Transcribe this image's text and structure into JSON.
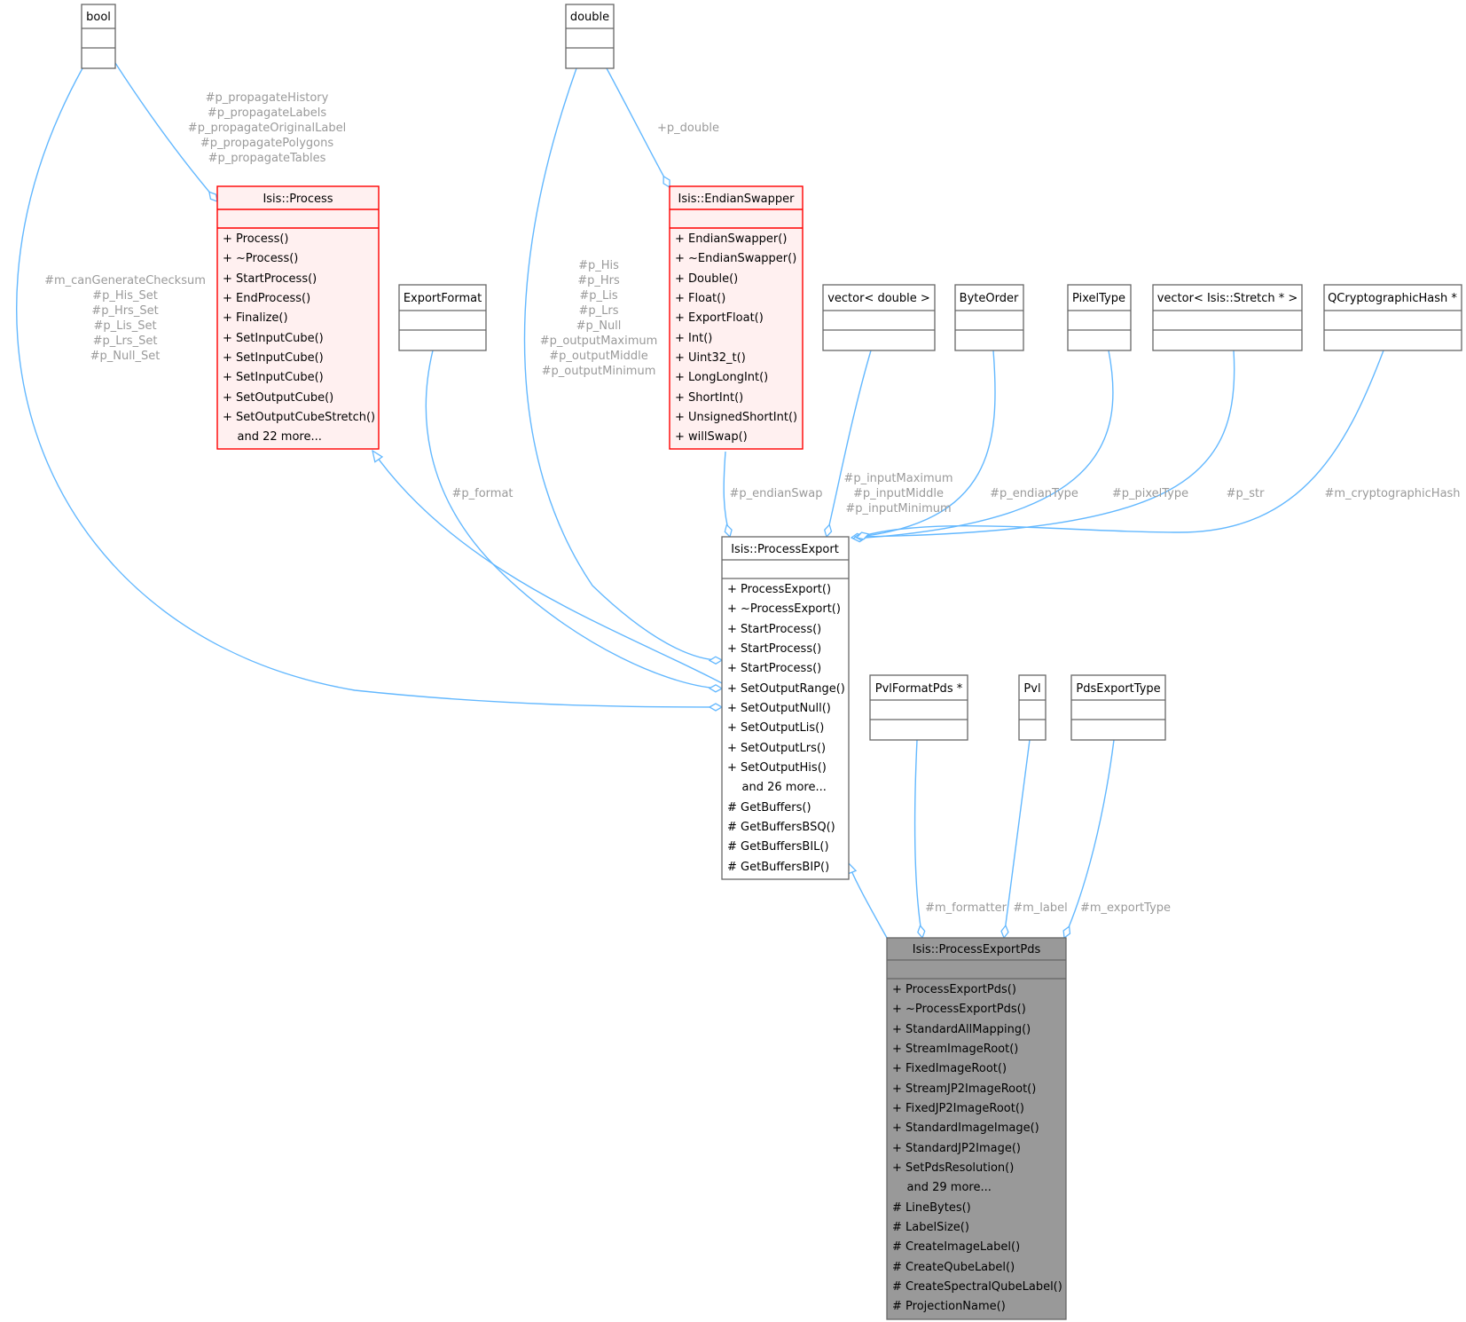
{
  "colors": {
    "edge": "#63b8ff",
    "plain_border": "#666666",
    "red_border": "#ff0000",
    "red_fill": "#fff0f0",
    "focus_fill": "#999999",
    "focus_border": "#666666",
    "label_text": "#9a9a9a"
  },
  "nodes": {
    "bool": {
      "title": "bool"
    },
    "double": {
      "title": "double"
    },
    "export_format": {
      "title": "ExportFormat"
    },
    "vector_double": {
      "title": "vector< double >"
    },
    "byte_order": {
      "title": "ByteOrder"
    },
    "pixel_type": {
      "title": "PixelType"
    },
    "vector_stretch": {
      "title": "vector< Isis::Stretch * >"
    },
    "qcrypto": {
      "title": "QCryptographicHash *"
    },
    "pvl_format_pds": {
      "title": "PvlFormatPds *"
    },
    "pvl": {
      "title": "Pvl"
    },
    "pds_export_type": {
      "title": "PdsExportType"
    },
    "process": {
      "title": "Isis::Process",
      "members": [
        "+ Process()",
        "+ ~Process()",
        "+ StartProcess()",
        "+ EndProcess()",
        "+ Finalize()",
        "+ SetInputCube()",
        "+ SetInputCube()",
        "+ SetInputCube()",
        "+ SetOutputCube()",
        "+ SetOutputCubeStretch()",
        "    and 22 more..."
      ]
    },
    "endian_swapper": {
      "title": "Isis::EndianSwapper",
      "members": [
        "+ EndianSwapper()",
        "+ ~EndianSwapper()",
        "+ Double()",
        "+ Float()",
        "+ ExportFloat()",
        "+ Int()",
        "+ Uint32_t()",
        "+ LongLongInt()",
        "+ ShortInt()",
        "+ UnsignedShortInt()",
        "+ willSwap()"
      ]
    },
    "process_export": {
      "title": "Isis::ProcessExport",
      "members": [
        "+ ProcessExport()",
        "+ ~ProcessExport()",
        "+ StartProcess()",
        "+ StartProcess()",
        "+ StartProcess()",
        "+ SetOutputRange()",
        "+ SetOutputNull()",
        "+ SetOutputLis()",
        "+ SetOutputLrs()",
        "+ SetOutputHis()",
        "    and 26 more...",
        "# GetBuffers()",
        "# GetBuffersBSQ()",
        "# GetBuffersBIL()",
        "# GetBuffersBIP()"
      ]
    },
    "process_export_pds": {
      "title": "Isis::ProcessExportPds",
      "members": [
        "+ ProcessExportPds()",
        "+ ~ProcessExportPds()",
        "+ StandardAllMapping()",
        "+ StreamImageRoot()",
        "+ FixedImageRoot()",
        "+ StreamJP2ImageRoot()",
        "+ FixedJP2ImageRoot()",
        "+ StandardImageImage()",
        "+ StandardJP2Image()",
        "+ SetPdsResolution()",
        "    and 29 more...",
        "# LineBytes()",
        "# LabelSize()",
        "# CreateImageLabel()",
        "# CreateQubeLabel()",
        "# CreateSpectralQubeLabel()",
        "# ProjectionName()"
      ]
    }
  },
  "edge_labels": {
    "process_bool": [
      "#p_propagateHistory",
      "#p_propagateLabels",
      "#p_propagateOriginalLabel",
      "#p_propagatePolygons",
      "#p_propagateTables"
    ],
    "endian_double": [
      "+p_double"
    ],
    "export_bool": [
      "#m_canGenerateChecksum",
      "#p_His_Set",
      "#p_Hrs_Set",
      "#p_Lis_Set",
      "#p_Lrs_Set",
      "#p_Null_Set"
    ],
    "export_double": [
      "#p_His",
      "#p_Hrs",
      "#p_Lis",
      "#p_Lrs",
      "#p_Null",
      "#p_outputMaximum",
      "#p_outputMiddle",
      "#p_outputMinimum"
    ],
    "export_format": [
      "#p_format"
    ],
    "export_endian": [
      "#p_endianSwap"
    ],
    "export_vector_double": [
      "#p_inputMaximum",
      "#p_inputMiddle",
      "#p_inputMinimum"
    ],
    "export_byte_order": [
      "#p_endianType"
    ],
    "export_pixel_type": [
      "#p_pixelType"
    ],
    "export_str": [
      "#p_str"
    ],
    "export_crypto": [
      "#m_cryptographicHash"
    ],
    "pds_formatter": [
      "#m_formatter"
    ],
    "pds_label": [
      "#m_label"
    ],
    "pds_export_type": [
      "#m_exportType"
    ]
  }
}
